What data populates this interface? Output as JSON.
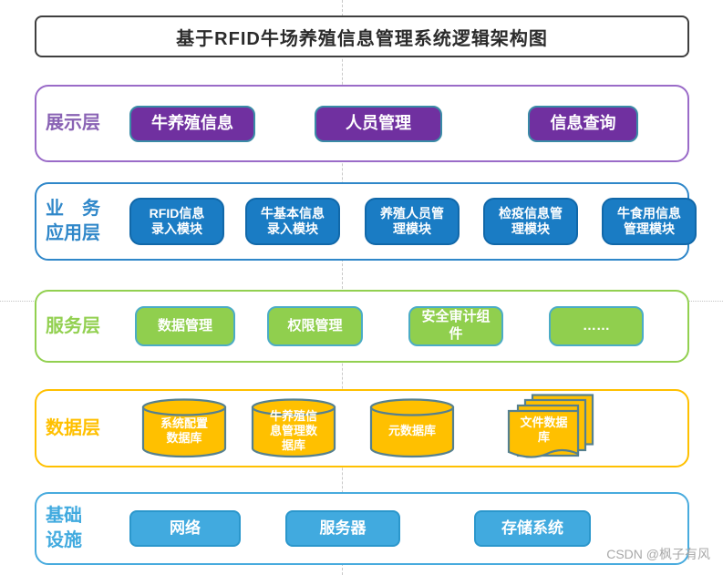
{
  "title": "基于RFID牛场养殖信息管理系统逻辑架构图",
  "watermark": "CSDN @枫子有风",
  "layers": [
    {
      "label": "展示层",
      "items": [
        "牛养殖信息",
        "人员管理",
        "信息查询"
      ]
    },
    {
      "label": "业　务\n应用层",
      "items": [
        "RFID信息\n录入模块",
        "牛基本信息\n录入模块",
        "养殖人员管\n理模块",
        "检疫信息管\n理模块",
        "牛食用信息\n管理模块"
      ]
    },
    {
      "label": "服务层",
      "items": [
        "数据管理",
        "权限管理",
        "安全审计组\n件",
        "……"
      ]
    },
    {
      "label": "数据层",
      "items": [
        "系统配置\n数据库",
        "牛养殖信\n息管理数\n据库",
        "元数据库",
        "文件数据\n库"
      ]
    },
    {
      "label": "基础\n设施",
      "items": [
        "网络",
        "服务器",
        "存储系统"
      ]
    }
  ],
  "colors": {
    "title_border": "#3f3f3f",
    "presentation_accent": "#9a6bc8",
    "presentation_box_fill": "#7030a0",
    "presentation_box_border": "#3a8ba6",
    "business_accent": "#2f87c9",
    "business_box_fill": "#1a7cc4",
    "service_accent": "#92d050",
    "service_box_border": "#4bacc6",
    "data_accent": "#ffc000",
    "data_shape_border": "#55808f",
    "infrastructure_accent": "#41aadf",
    "guide_line": "#c8c8c8",
    "watermark_text": "#a8a8a8"
  }
}
